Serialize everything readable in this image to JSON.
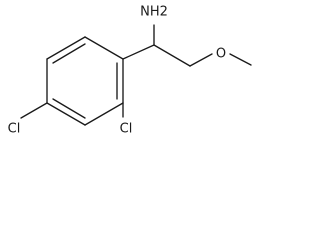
{
  "molecule": {
    "labels": {
      "amine": "NH2",
      "ether_oxygen": "O",
      "chlorine_left": "Cl",
      "chlorine_right": "Cl"
    }
  }
}
